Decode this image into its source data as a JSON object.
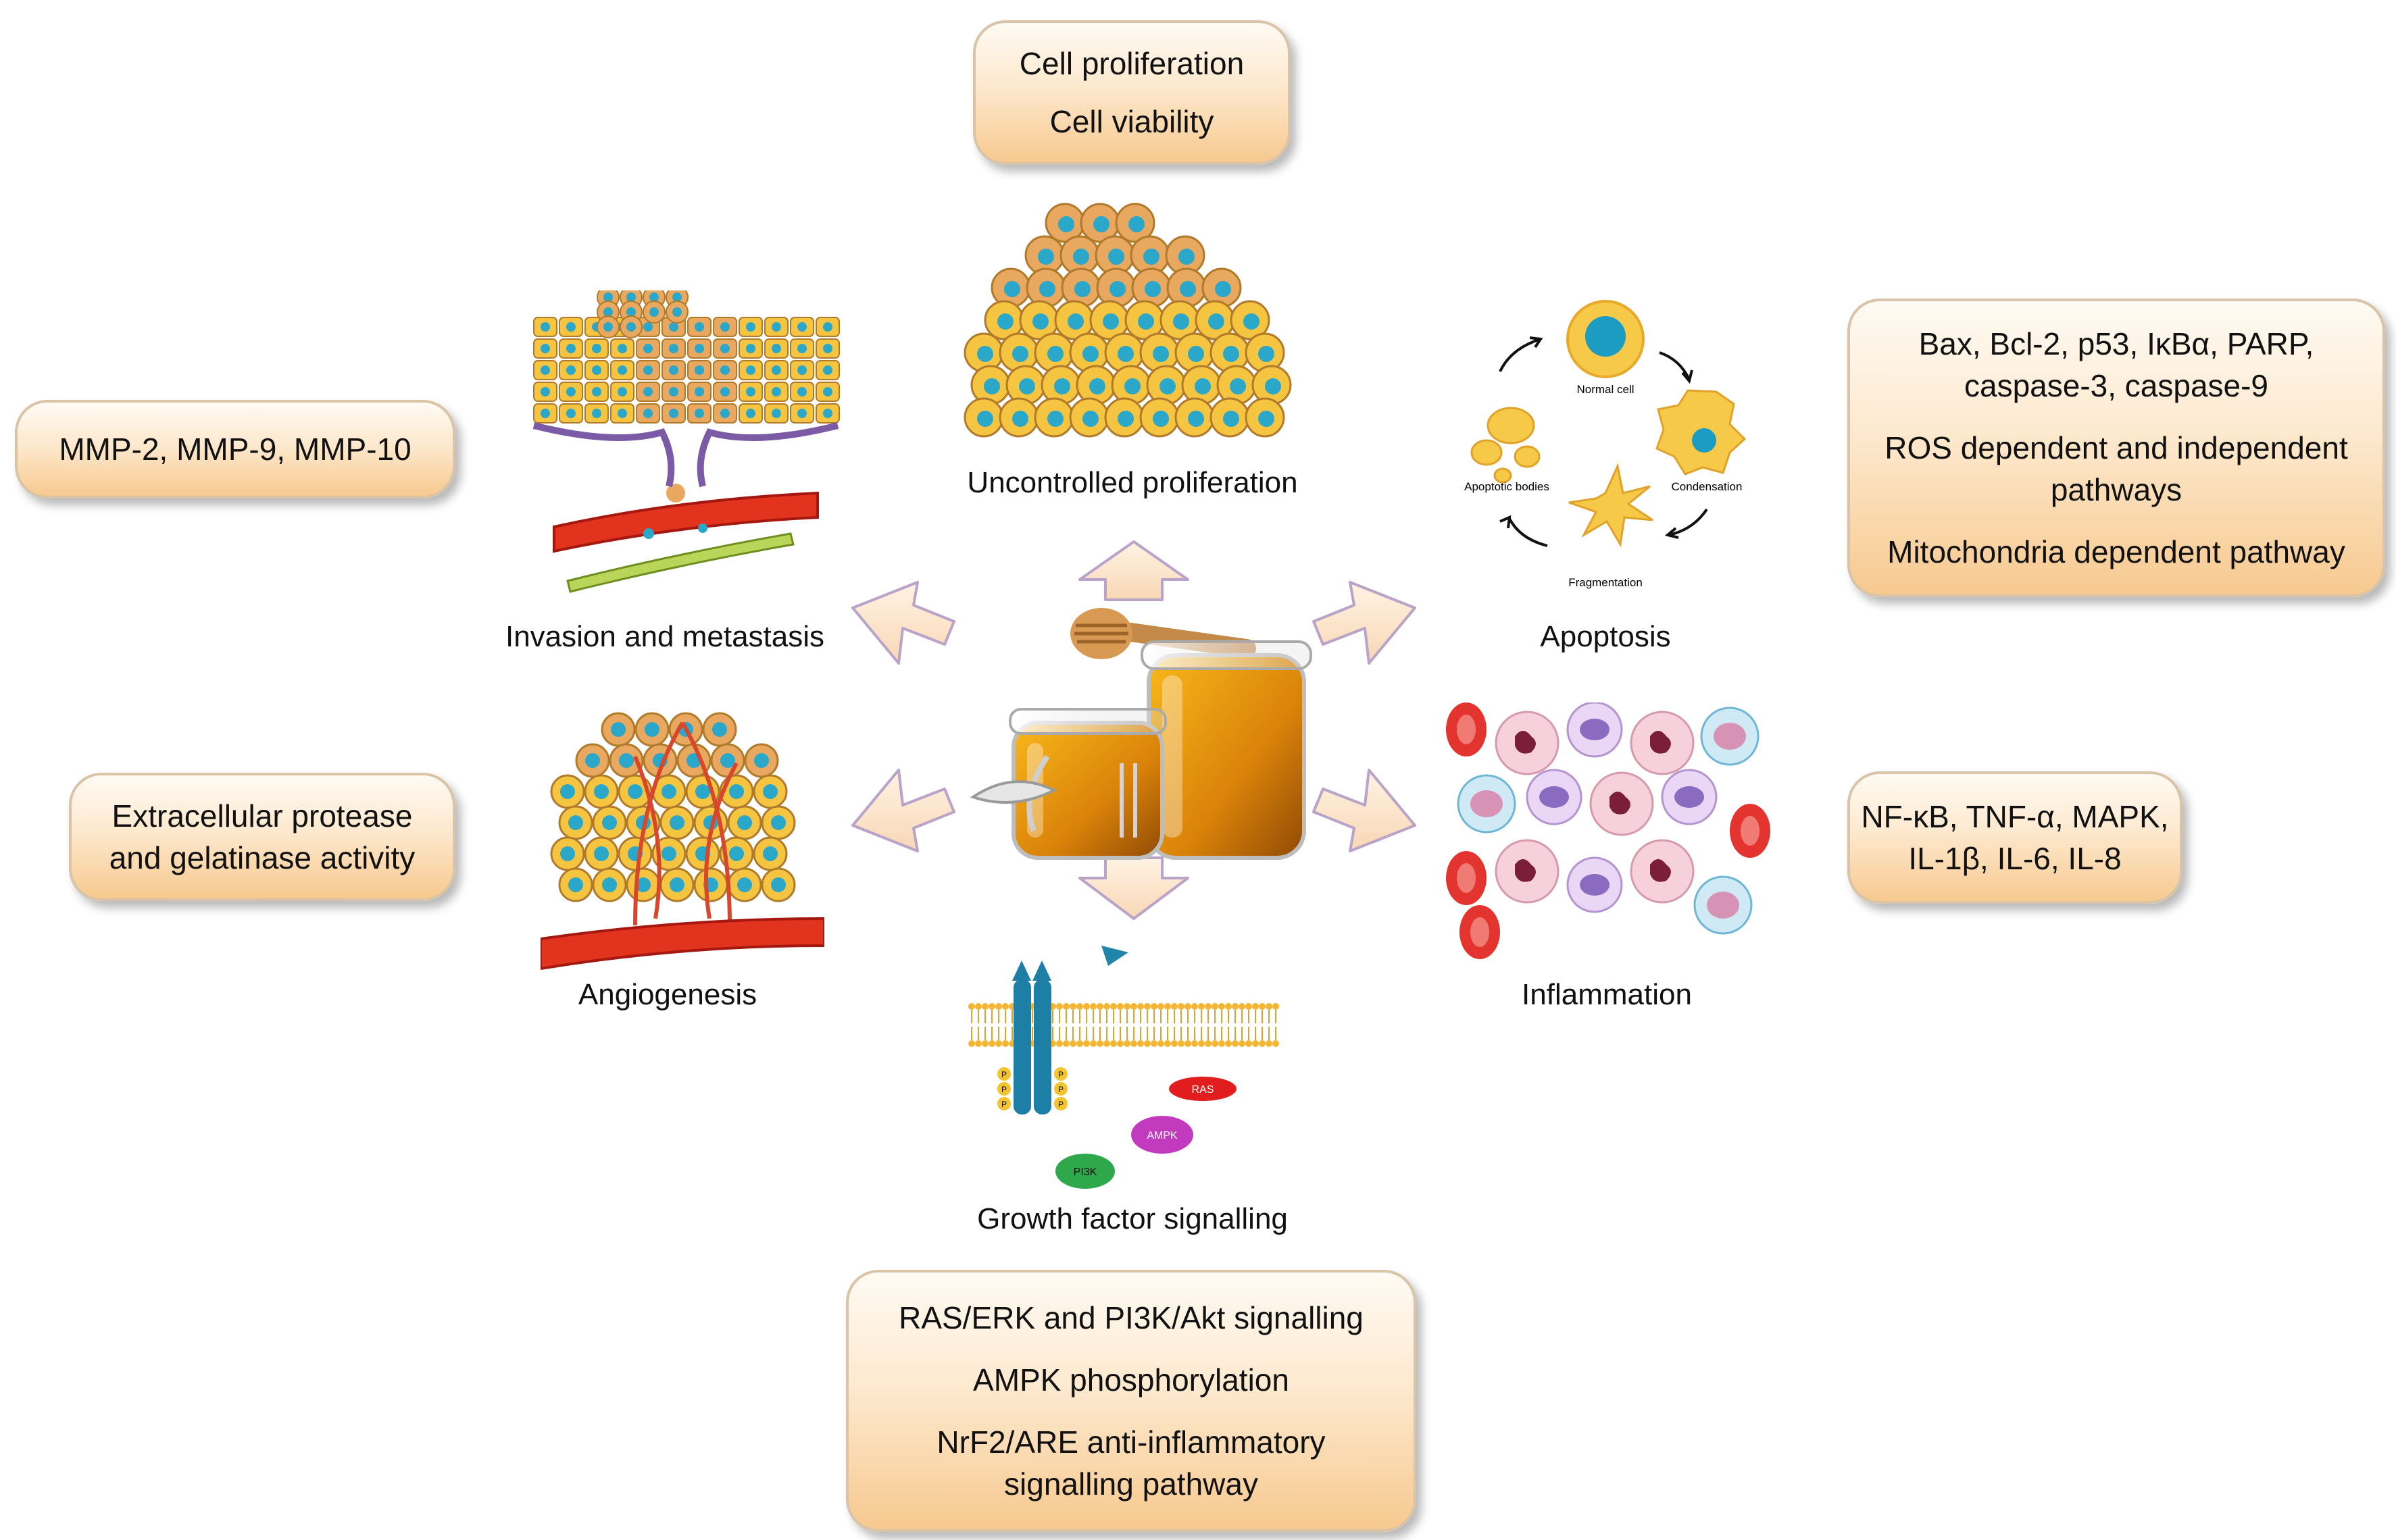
{
  "center": {
    "icon": "honey-jar-icon"
  },
  "boxes": {
    "top": [
      "Cell proliferation",
      "Cell viability"
    ],
    "left_top": [
      "MMP-2, MMP-9, MMP-10"
    ],
    "left_bottom": [
      "Extracellular protease",
      "and gelatinase activity"
    ],
    "right_top": [
      "Bax, Bcl-2, p53, IκBα, PARP,",
      "caspase-3, caspase-9",
      "ROS dependent and independent",
      "pathways",
      "Mitochondria dependent pathway"
    ],
    "right_bottom": [
      "NF-κB, TNF-α, MAPK,",
      "IL-1β, IL-6, IL-8"
    ],
    "bottom": [
      "RAS/ERK and PI3K/Akt signalling",
      "AMPK phosphorylation",
      "NrF2/ARE anti-inflammatory",
      "signalling pathway"
    ]
  },
  "captions": {
    "proliferation": "Uncontrolled proliferation",
    "invasion": "Invasion and metastasis",
    "apoptosis": "Apoptosis",
    "angiogenesis": "Angiogenesis",
    "inflammation": "Inflammation",
    "growth": "Growth factor signalling"
  },
  "apoptosis_cycle": {
    "normal": "Normal cell",
    "condensation": "Condensation",
    "fragmentation": "Fragmentation",
    "bodies": "Apoptotic bodies"
  },
  "signalling_labels": {
    "ras": "RAS",
    "ampk": "AMPK",
    "pi3k": "PI3K",
    "p": "P"
  },
  "colors": {
    "arrow_fill": "#fde7cd",
    "arrow_stroke": "#b9a3c8",
    "cell_yellow": "#f5c542",
    "nucleus": "#2aa7c9",
    "vessel": "#e33a2a"
  }
}
